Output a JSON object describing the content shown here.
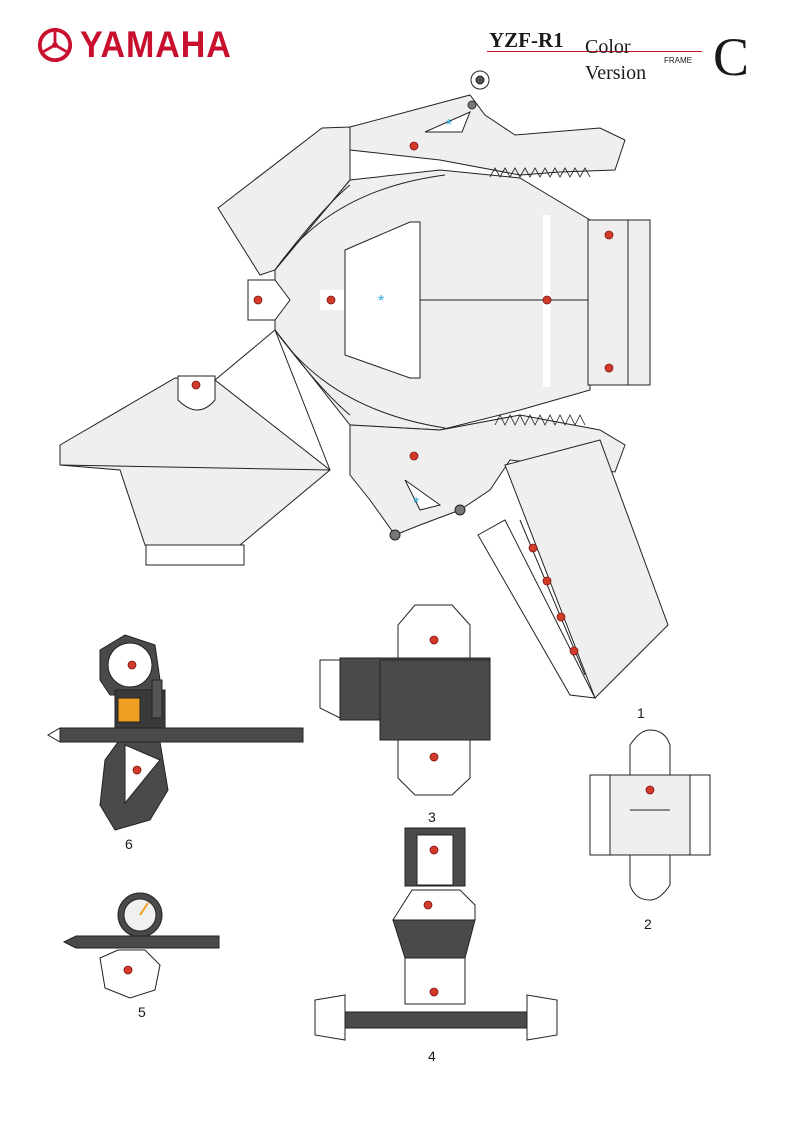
{
  "brand": {
    "name": "YAMAHA",
    "logo_icon": "tuning-fork-emblem-icon",
    "color": "#c8102e"
  },
  "header": {
    "model": "YZF-R1",
    "color_label": "Color",
    "version_label": "Version",
    "frame_label": "FRAME",
    "sheet_letter": "C"
  },
  "parts": {
    "p1": "1",
    "p2": "2",
    "p3": "3",
    "p4": "4",
    "p5": "5",
    "p6": "6"
  },
  "glue_marker": {
    "symbol": "*",
    "color": "#29a9e0"
  },
  "dot_color": "#d23a2a",
  "fill_light": "#efefef",
  "fill_dark": "#4a4a4a",
  "accent_orange": "#f0a020"
}
